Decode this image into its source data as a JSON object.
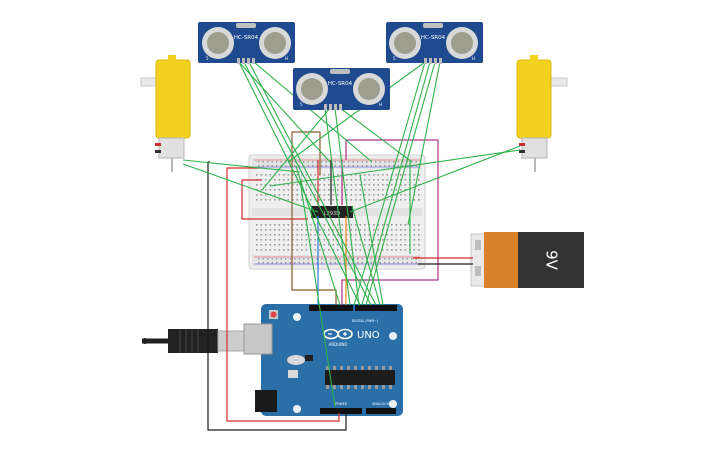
{
  "sensors": [
    {
      "label": "HC-SR04",
      "pin_left": "5",
      "pin_right": "H"
    },
    {
      "label": "HC-SR04",
      "pin_left": "5",
      "pin_right": "H"
    },
    {
      "label": "HC-SR04",
      "pin_left": "5",
      "pin_right": "H"
    }
  ],
  "driver_chip": {
    "label": "L293D"
  },
  "battery": {
    "label": "9V"
  },
  "arduino": {
    "brand": "ARDUINO",
    "model": "UNO",
    "digital_label": "DIGITAL (PWM~)",
    "power_label": "POWER",
    "analog_label": "ANALOG IN"
  },
  "colors": {
    "board_blue": "#2b6fa8",
    "wire_green": "#2fb24a",
    "wire_red": "#d42a2a",
    "wire_black": "#1a1a1a",
    "wire_brown": "#8b5a2b",
    "wire_orange": "#f08a1c",
    "wire_blue": "#2a7fd4",
    "wire_magenta": "#b0308a",
    "motor_yellow": "#f2d21e",
    "battery_orange": "#d9822b"
  }
}
